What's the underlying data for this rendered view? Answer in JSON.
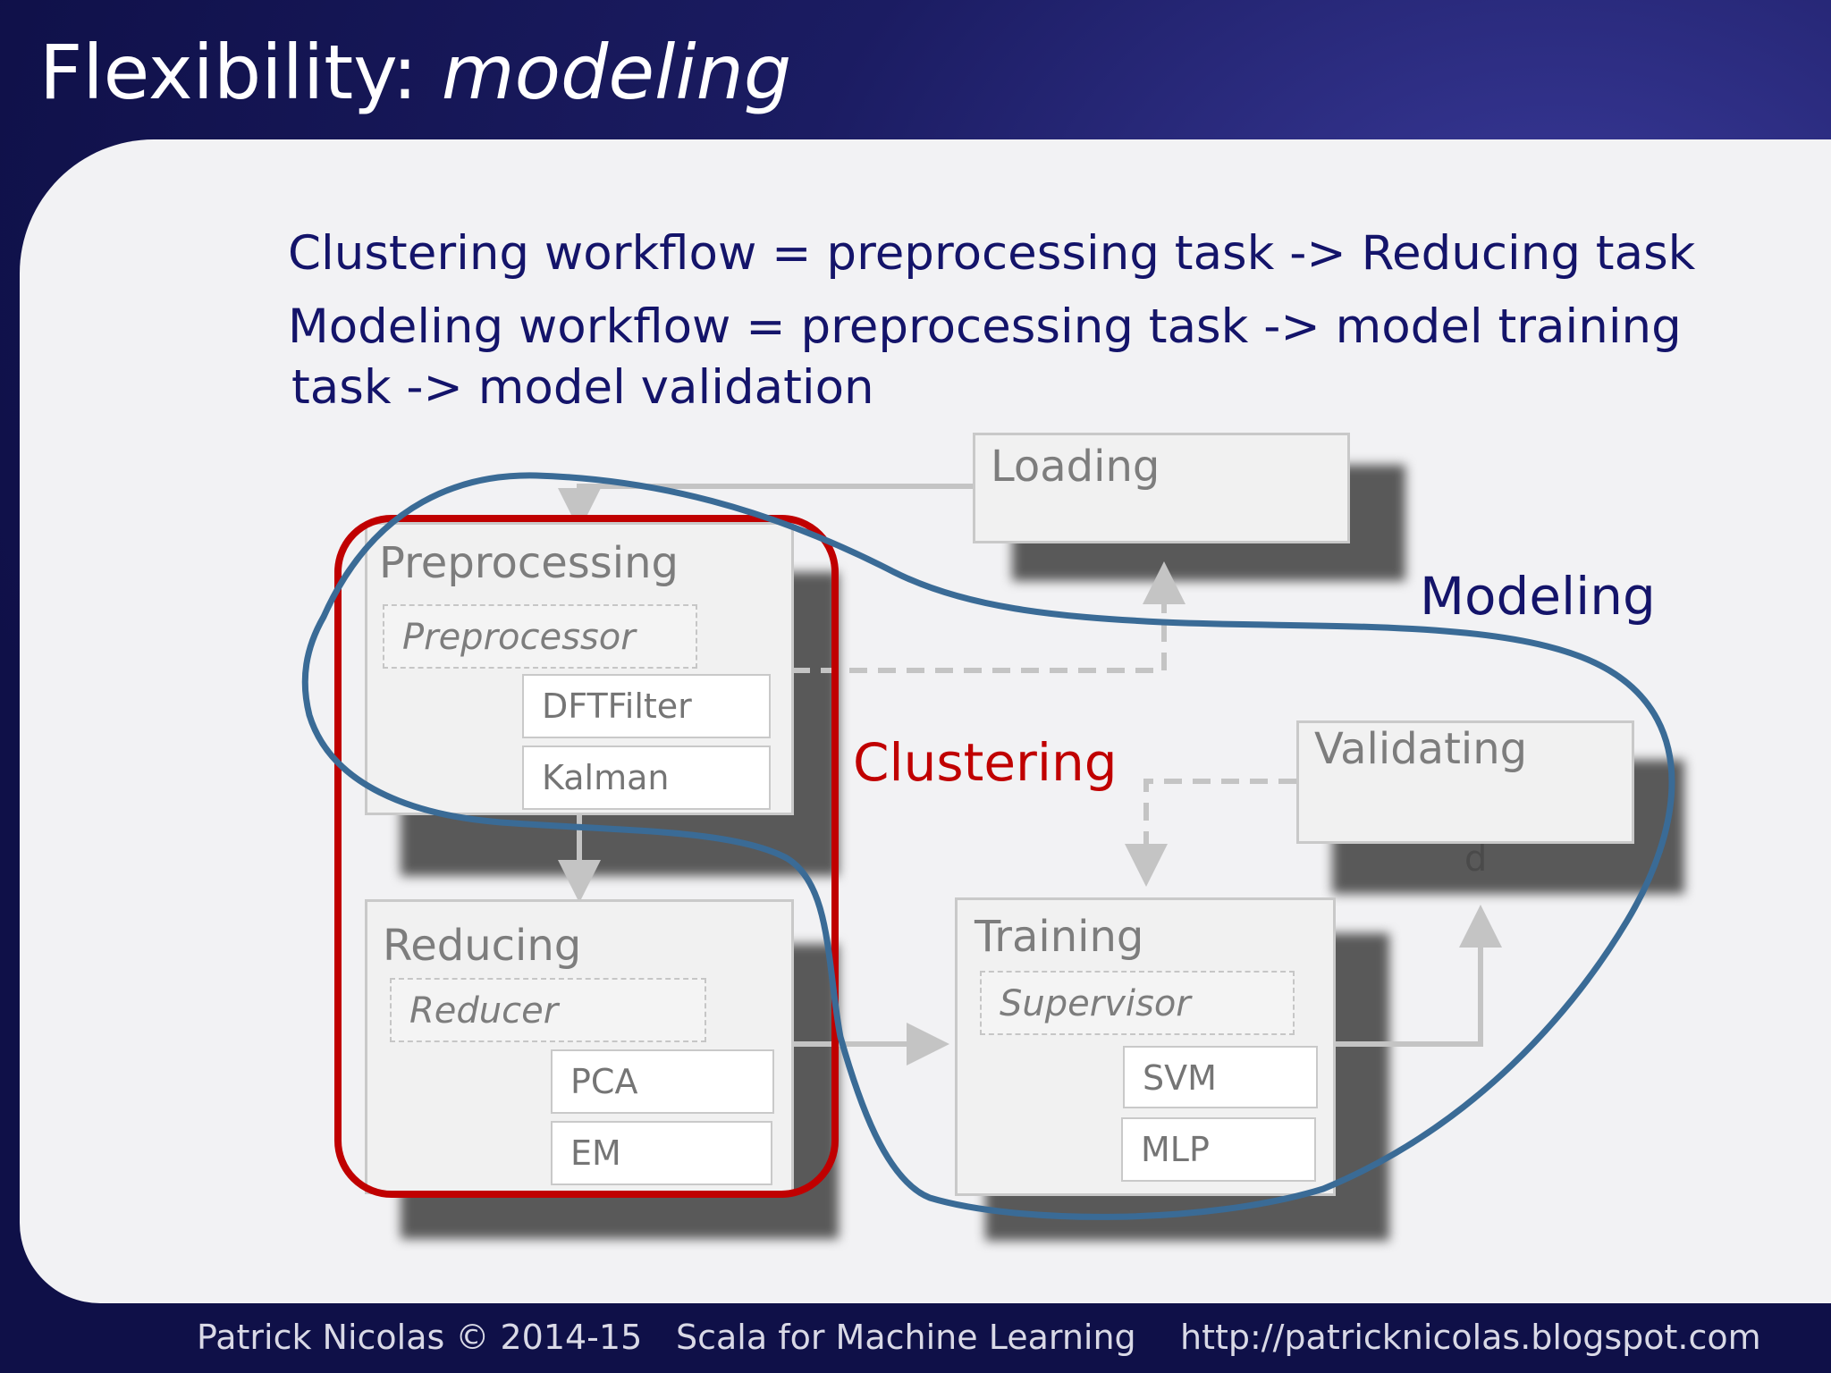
{
  "slide": {
    "title_prefix": "Flexibility: ",
    "title_italic": "modeling",
    "line1": "Clustering workflow = preprocessing task -> Reducing task",
    "line2": "Modeling workflow = preprocessing task -> model training",
    "line3": "task -> model validation"
  },
  "diagram": {
    "loading": {
      "title": "Loading"
    },
    "preprocessing": {
      "title": "Preprocessing",
      "role": "Preprocessor",
      "impls": [
        "DFTFilter",
        "Kalman"
      ]
    },
    "reducing": {
      "title": "Reducing",
      "role": "Reducer",
      "impls": [
        "PCA",
        "EM"
      ]
    },
    "training": {
      "title": "Training",
      "role": "Supervisor",
      "impls": [
        "SVM",
        "MLP"
      ]
    },
    "validating": {
      "title": "Validating",
      "shadow_letter": "d"
    },
    "clustering_label": "Clustering",
    "modeling_label": "Modeling",
    "colors": {
      "clustering": "#c00000",
      "modeling": "#3a6b96",
      "connector": "#c4c4c4"
    }
  },
  "footer": {
    "author": "Patrick Nicolas © 2014-15",
    "book": "Scala for Machine Learning",
    "url": "http://patricknicolas.blogspot.com"
  }
}
